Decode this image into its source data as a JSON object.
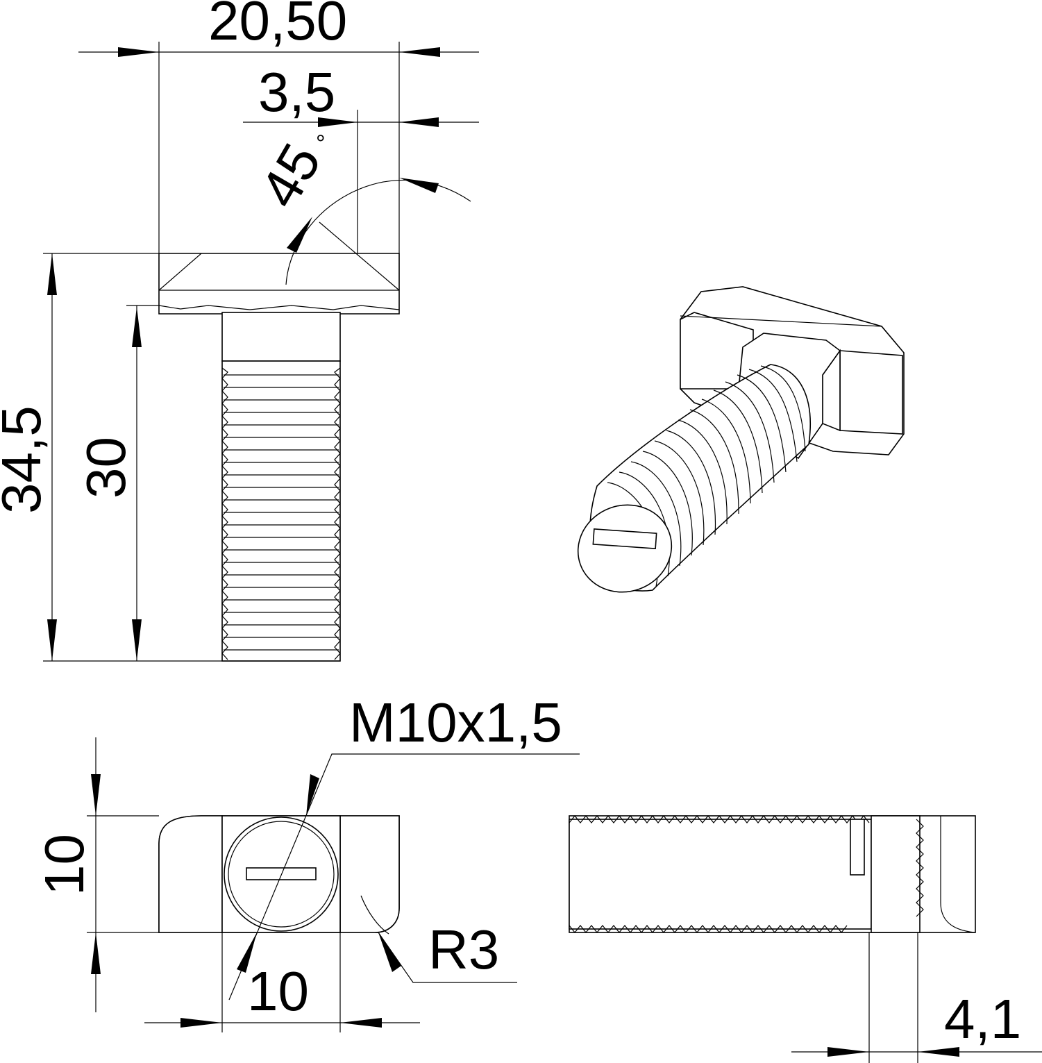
{
  "dimensions": {
    "head_width": "20,50",
    "chamfer_offset": "3,5",
    "chamfer_angle": "45",
    "degree_symbol": "°",
    "total_length": "34,5",
    "thread_length": "30",
    "thread_spec": "M10x1,5",
    "head_height": "10",
    "head_depth": "10",
    "corner_radius": "R3",
    "serration_width": "4,1"
  }
}
